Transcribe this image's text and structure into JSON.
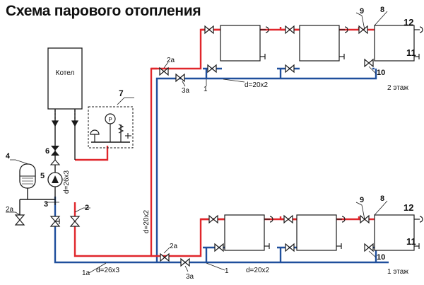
{
  "title": "Схема парового отопления",
  "boiler_label": "Котел",
  "group7_gauge": "Р",
  "pipe_labels": {
    "supply_riser": "d=20x2",
    "return_riser": "d=26x3",
    "floor2_main": "d=20x2",
    "floor1_main": "d=20x2",
    "return_main": "d=26x3"
  },
  "floor_labels": {
    "floor2": "2 этаж",
    "floor1": "1 этаж"
  },
  "callouts": {
    "n1": "1",
    "n2": "2",
    "n2a": "2а",
    "n3": "3",
    "n3a": "3а",
    "n4": "4",
    "n5": "5",
    "n6": "6",
    "n7": "7",
    "n8": "8",
    "n9": "9",
    "n10": "10",
    "n11": "11",
    "n12": "12",
    "n1a": "1а"
  },
  "colors": {
    "supply": "#e0262b",
    "return": "#1f4f9c",
    "line": "#1a1a1a",
    "pump": "#1a1a1a"
  }
}
